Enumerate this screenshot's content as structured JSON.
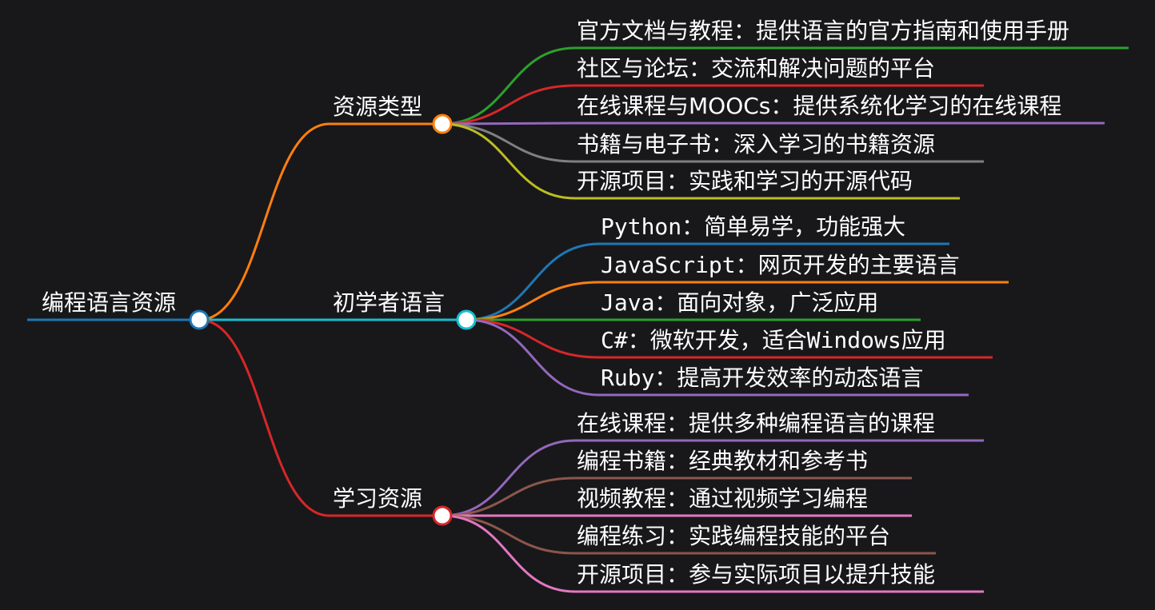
{
  "mindmap": {
    "root": {
      "label": "编程语言资源",
      "color": "#1f77b4",
      "branches": [
        {
          "label": "资源类型",
          "color": "#ff7f0e",
          "children": [
            {
              "label": "官方文档与教程：提供语言的官方指南和使用手册",
              "color": "#2ca02c"
            },
            {
              "label": "社区与论坛：交流和解决问题的平台",
              "color": "#d62728"
            },
            {
              "label": "在线课程与MOOCs：提供系统化学习的在线课程",
              "color": "#9467bd"
            },
            {
              "label": "书籍与电子书：深入学习的书籍资源",
              "color": "#7f7f7f"
            },
            {
              "label": "开源项目：实践和学习的开源代码",
              "color": "#bcbd22"
            }
          ]
        },
        {
          "label": "初学者语言",
          "color": "#17becf",
          "children": [
            {
              "label": "Python：简单易学，功能强大",
              "color": "#1f77b4"
            },
            {
              "label": "JavaScript：网页开发的主要语言",
              "color": "#ff7f0e"
            },
            {
              "label": "Java：面向对象，广泛应用",
              "color": "#2ca02c"
            },
            {
              "label": "C#：微软开发，适合Windows应用",
              "color": "#d62728"
            },
            {
              "label": "Ruby：提高开发效率的动态语言",
              "color": "#9467bd"
            }
          ]
        },
        {
          "label": "学习资源",
          "color": "#d62728",
          "children": [
            {
              "label": "在线课程：提供多种编程语言的课程",
              "color": "#9467bd"
            },
            {
              "label": "编程书籍：经典教材和参考书",
              "color": "#8c564b"
            },
            {
              "label": "视频教程：通过视频学习编程",
              "color": "#e377c2"
            },
            {
              "label": "编程练习：实践编程技能的平台",
              "color": "#8c564b"
            },
            {
              "label": "开源项目：参与实际项目以提升技能",
              "color": "#e377c2"
            }
          ]
        }
      ]
    }
  }
}
